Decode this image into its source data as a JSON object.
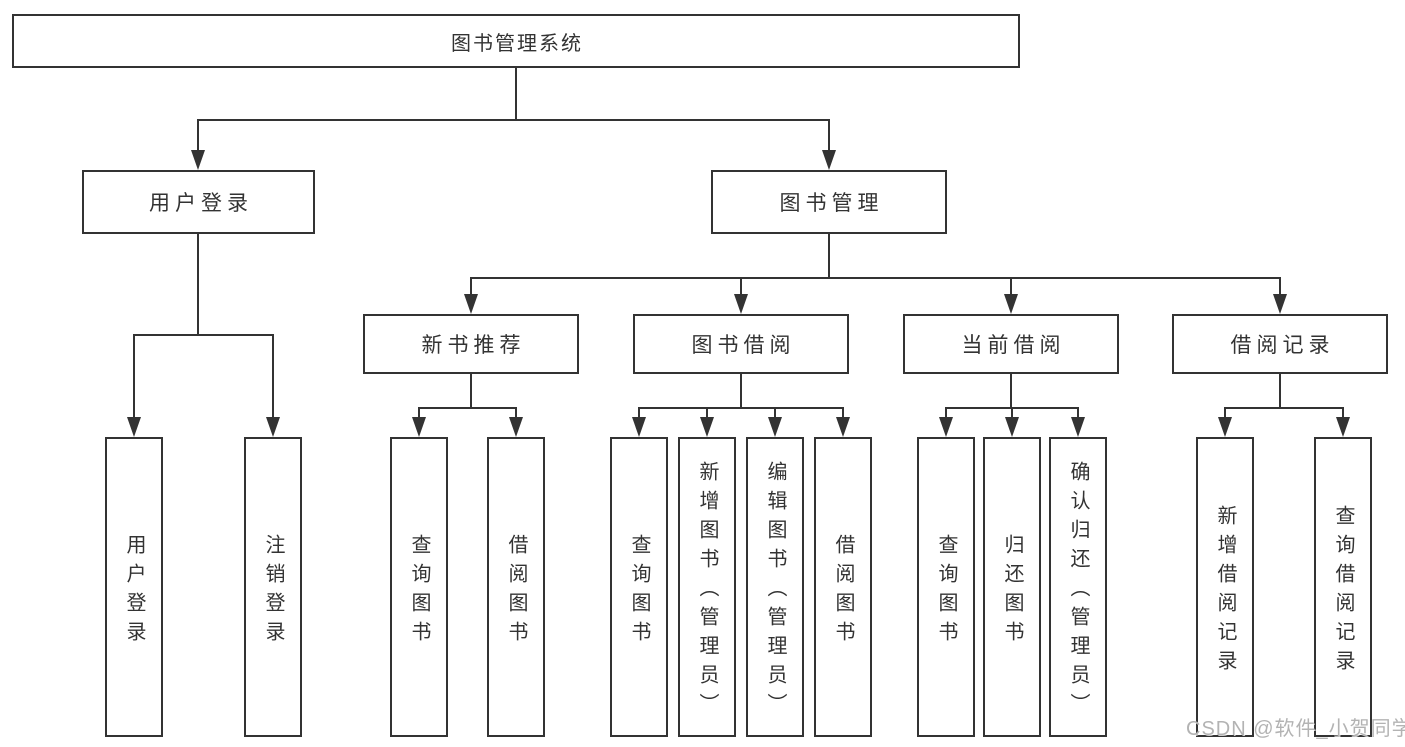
{
  "diagram": {
    "type": "hierarchy",
    "root": {
      "label": "图书管理系统",
      "children": [
        {
          "label": "用户登录",
          "children": [
            {
              "label": "用户登录"
            },
            {
              "label": "注销登录"
            }
          ]
        },
        {
          "label": "图书管理",
          "children": [
            {
              "label": "新书推荐",
              "children": [
                {
                  "label": "查询图书"
                },
                {
                  "label": "借阅图书"
                }
              ]
            },
            {
              "label": "图书借阅",
              "children": [
                {
                  "label": "查询图书"
                },
                {
                  "label": "新增图书（管理员）"
                },
                {
                  "label": "编辑图书（管理员）"
                },
                {
                  "label": "借阅图书"
                }
              ]
            },
            {
              "label": "当前借阅",
              "children": [
                {
                  "label": "查询图书"
                },
                {
                  "label": "归还图书"
                },
                {
                  "label": "确认归还（管理员）"
                }
              ]
            },
            {
              "label": "借阅记录",
              "children": [
                {
                  "label": "新增借阅记录"
                },
                {
                  "label": "查询借阅记录"
                }
              ]
            }
          ]
        }
      ]
    }
  },
  "watermark": {
    "text": "CSDN @软件_小贺同学"
  },
  "colors": {
    "line": "#333333",
    "text": "#333333",
    "box_background": "#ffffff",
    "watermark": "#b3b3b3",
    "background": "#ffffff"
  }
}
